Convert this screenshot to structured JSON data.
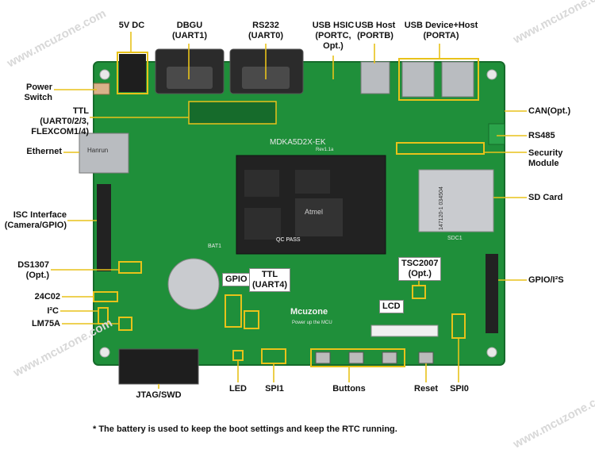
{
  "watermark": "www.mcuzone.com",
  "board": {
    "silk_title": "MDKA5D2X-EK",
    "silk_rev": "Rev1.1a",
    "logo": "Mcuzone",
    "slogan": "Power up the MCU",
    "sd_silk": "SDC1",
    "bat_silk": "BAT1",
    "qc_text": "QC PASS",
    "sd_code": "147120-1 034504",
    "chip_brand": "Atmel",
    "eth_brand": "Hanrun"
  },
  "labels": {
    "dc5v": "5V DC",
    "dbgu": "DBGU\n(UART1)",
    "rs232": "RS232\n(UART0)",
    "usb_hsic": "USB HSIC\n(PORTC,\nOpt.)",
    "usb_host": "USB Host\n(PORTB)",
    "usb_dev": "USB Device+Host\n(PORTA)",
    "power_switch": "Power\nSwitch",
    "ttl": "TTL\n(UART0/2/3,\nFLEXCOM1/4)",
    "ethernet": "Ethernet",
    "can": "CAN(Opt.)",
    "rs485": "RS485",
    "security": "Security\nModule",
    "sd_card": "SD Card",
    "isc": "ISC Interface\n(Camera/GPIO)",
    "ds1307": "DS1307\n(Opt.)",
    "at24c02": "24C02",
    "i2c": "I²C",
    "lm75a": "LM75A",
    "gpio_i2s": "GPIO/I²S",
    "gpio": "GPIO",
    "ttl_uart4": "TTL\n(UART4)",
    "tsc2007": "TSC2007\n(Opt.)",
    "lcd": "LCD",
    "jtag": "JTAG/SWD",
    "led": "LED",
    "spi1": "SPI1",
    "buttons": "Buttons",
    "reset": "Reset",
    "spi0": "SPI0"
  },
  "footnote": "* The battery is used to keep the boot settings and keep the RTC running.",
  "colors": {
    "pcb": "#1f8f3a",
    "pcb_dark": "#166b2b",
    "callout": "#e8c21a",
    "connector": "#2b2b2b",
    "metal": "#b9bcc0"
  }
}
